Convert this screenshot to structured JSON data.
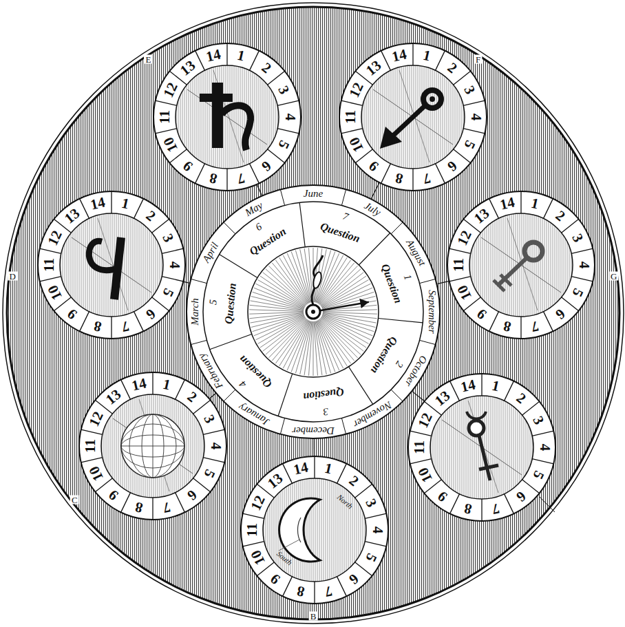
{
  "diagram": {
    "nodes": [
      {
        "text": [
          "1",
          "2",
          "3",
          "4",
          "5",
          "6",
          "7",
          "8",
          "9",
          "10",
          "11",
          "12",
          "13",
          "14"
        ]
      },
      {
        "text": [
          "1",
          "2",
          "3",
          "4",
          "5",
          "6",
          "7",
          "8",
          "9",
          "10",
          "11",
          "12",
          "13",
          "14"
        ]
      },
      {
        "text": [
          "1",
          "2",
          "3",
          "4",
          "5",
          "6",
          "7",
          "8",
          "9",
          "10",
          "11",
          "12",
          "13",
          "14"
        ]
      },
      {
        "text": [
          "January",
          "February",
          "March",
          "April",
          "May",
          "June",
          "July",
          "August",
          "September",
          "October",
          "November",
          "December",
          "1",
          "Question",
          "2",
          "Question",
          "3",
          "Question",
          "4",
          "Question",
          "5",
          "Question",
          "6",
          "Question",
          "7",
          "Question"
        ]
      },
      {
        "text": [
          "1",
          "2",
          "3",
          "4",
          "5",
          "6",
          "7",
          "8",
          "9",
          "10",
          "11",
          "12",
          "13",
          "14"
        ]
      },
      {
        "text": [
          "1",
          "2",
          "3",
          "4",
          "5",
          "6",
          "7",
          "8",
          "9",
          "10",
          "11",
          "12",
          "13",
          "14"
        ]
      },
      {
        "text": [
          "1",
          "2",
          "3",
          "4",
          "5",
          "6",
          "7",
          "8",
          "9",
          "10",
          "11",
          "12",
          "13",
          "14"
        ]
      },
      {
        "text": [
          "1",
          "2",
          "3",
          "4",
          "5",
          "6",
          "7",
          "8",
          "9",
          "10",
          "11",
          "12",
          "13",
          "14",
          "North",
          "South"
        ]
      }
    ],
    "edges": [
      {
        "from": 3,
        "to": 0,
        "arrow": "none"
      },
      {
        "from": 3,
        "to": 1,
        "arrow": "none"
      },
      {
        "from": 3,
        "to": 2,
        "arrow": "none"
      },
      {
        "from": 3,
        "to": 4,
        "arrow": "none"
      },
      {
        "from": 3,
        "to": 5,
        "arrow": "none"
      },
      {
        "from": 3,
        "to": 6,
        "arrow": "none"
      },
      {
        "from": 3,
        "to": 7,
        "arrow": "none"
      }
    ],
    "labels": [
      "E",
      "F",
      "D",
      "G",
      "C",
      "B"
    ]
  }
}
